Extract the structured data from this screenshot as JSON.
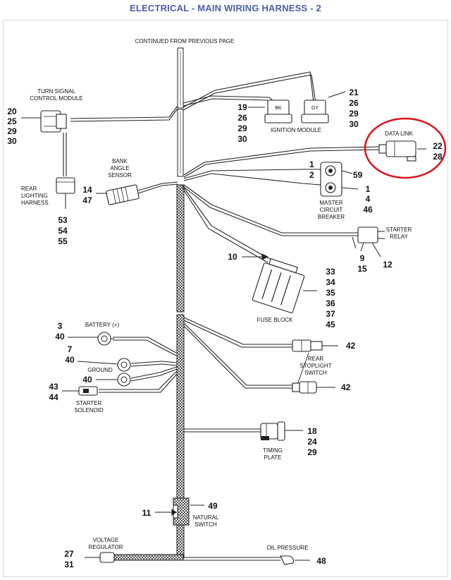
{
  "title": "ELECTRICAL - MAIN WIRING HARNESS - 2",
  "colors": {
    "title": "#4a5fa8",
    "highlight": "#e0101a",
    "line": "#222222"
  },
  "labels": {
    "continued": "CONTINUED FROM PREVIOUS PAGE",
    "turn_signal_1": "TURN SIGNAL",
    "turn_signal_2": "CONTROL MODULE",
    "bk": "BK",
    "gy": "GY",
    "ignition": "IGNITION MODULE",
    "data_link": "DATA LINK",
    "bank_1": "BANK",
    "bank_2": "ANGLE",
    "bank_3": "SENSOR",
    "rear_light_1": "REAR",
    "rear_light_2": "LIGHTING",
    "rear_light_3": "HARNESS",
    "mcb_1": "MASTER",
    "mcb_2": "CIRCUIT",
    "mcb_3": "BREAKER",
    "starter_relay_1": "STARTER",
    "starter_relay_2": "RELAY",
    "fuse_block": "FUSE BLOCK",
    "battery": "BATTERY (+)",
    "ground": "GROUND",
    "starter_sol_1": "STARTER",
    "starter_sol_2": "SOLENOID",
    "stoplight_1": "REAR",
    "stoplight_2": "STOPLIGHT",
    "stoplight_3": "SWITCH",
    "timing_1": "TIMING",
    "timing_2": "PLATE",
    "neutral_1": "NATURAL",
    "neutral_2": "SWITCH",
    "vreg_1": "VOLTAGE",
    "vreg_2": "REGULATOR",
    "oil": "OIL PRESSURE"
  },
  "callouts": {
    "turn_signal": [
      "20",
      "25",
      "29",
      "30"
    ],
    "ign_left": [
      "19",
      "26",
      "29",
      "30"
    ],
    "ign_right": [
      "21",
      "26",
      "29",
      "30"
    ],
    "data_link": [
      "22",
      "28"
    ],
    "data_link_pins": [
      "1",
      "2"
    ],
    "bank": [
      "14",
      "47"
    ],
    "rear_lighting": [
      "53",
      "54",
      "55"
    ],
    "mcb_top": "59",
    "mcb_bottom": [
      "1",
      "4",
      "46"
    ],
    "relay_left": [
      "9",
      "15"
    ],
    "relay_right": "12",
    "fuse_left": "10",
    "fuse_right": [
      "33",
      "34",
      "35",
      "36",
      "37",
      "45"
    ],
    "battery": [
      "3",
      "40"
    ],
    "ground_top": [
      "7",
      "40"
    ],
    "ground_bottom": "40",
    "solenoid": [
      "43",
      "44"
    ],
    "stoplight_top": "42",
    "stoplight_bottom": "42",
    "timing": [
      "18",
      "24",
      "29"
    ],
    "neutral_left": "11",
    "neutral_right": "49",
    "vreg": [
      "27",
      "31"
    ],
    "oil": "48"
  }
}
